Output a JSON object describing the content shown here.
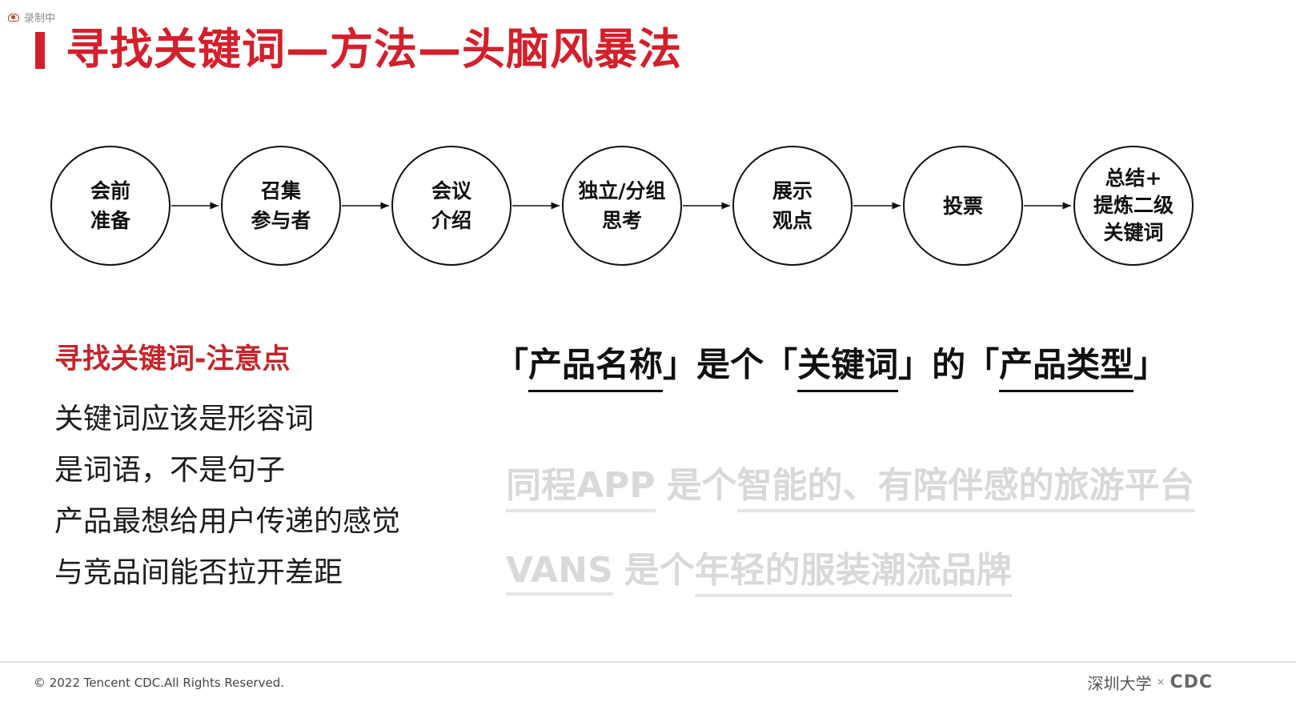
{
  "recording": {
    "label": "录制中"
  },
  "title": "寻找关键词—方法—头脑风暴法",
  "flow": {
    "steps": [
      "会前\n准备",
      "召集\n参与者",
      "会议\n介绍",
      "独立/分组\n思考",
      "展示\n观点",
      "投票",
      "总结+\n提炼二级\n关键词"
    ]
  },
  "notes": {
    "title": "寻找关键词-注意点",
    "items": [
      "关键词应该是形容词",
      "是词语，不是句子",
      "产品最想给用户传递的感觉",
      "与竞品间能否拉开差距"
    ]
  },
  "formula": {
    "open1": "「",
    "product_name": "产品名称",
    "close1": "」",
    "is_a": "是个",
    "open2": "「",
    "keyword": "关键词",
    "close2": "」",
    "de": "的",
    "open3": "「",
    "product_type": "产品类型",
    "close3": "」"
  },
  "examples": {
    "ex1": {
      "name": "同程APP",
      "is_a": "是个",
      "keyword": "智能的、有陪伴感的",
      "type": "旅游平台"
    },
    "ex2": {
      "name": "VANS",
      "is_a": "是个",
      "keyword": "年轻的",
      "type": "服装潮流品牌"
    }
  },
  "footer": {
    "copyright": "© 2022 Tencent CDC.All Rights Reserved.",
    "logo_szu": "深圳大学",
    "logo_x": "×",
    "logo_cdc": "CDC"
  },
  "colors": {
    "accent": "#d51f2b",
    "notes_title": "#c4252b",
    "example_grey": "#d9d9d9"
  }
}
